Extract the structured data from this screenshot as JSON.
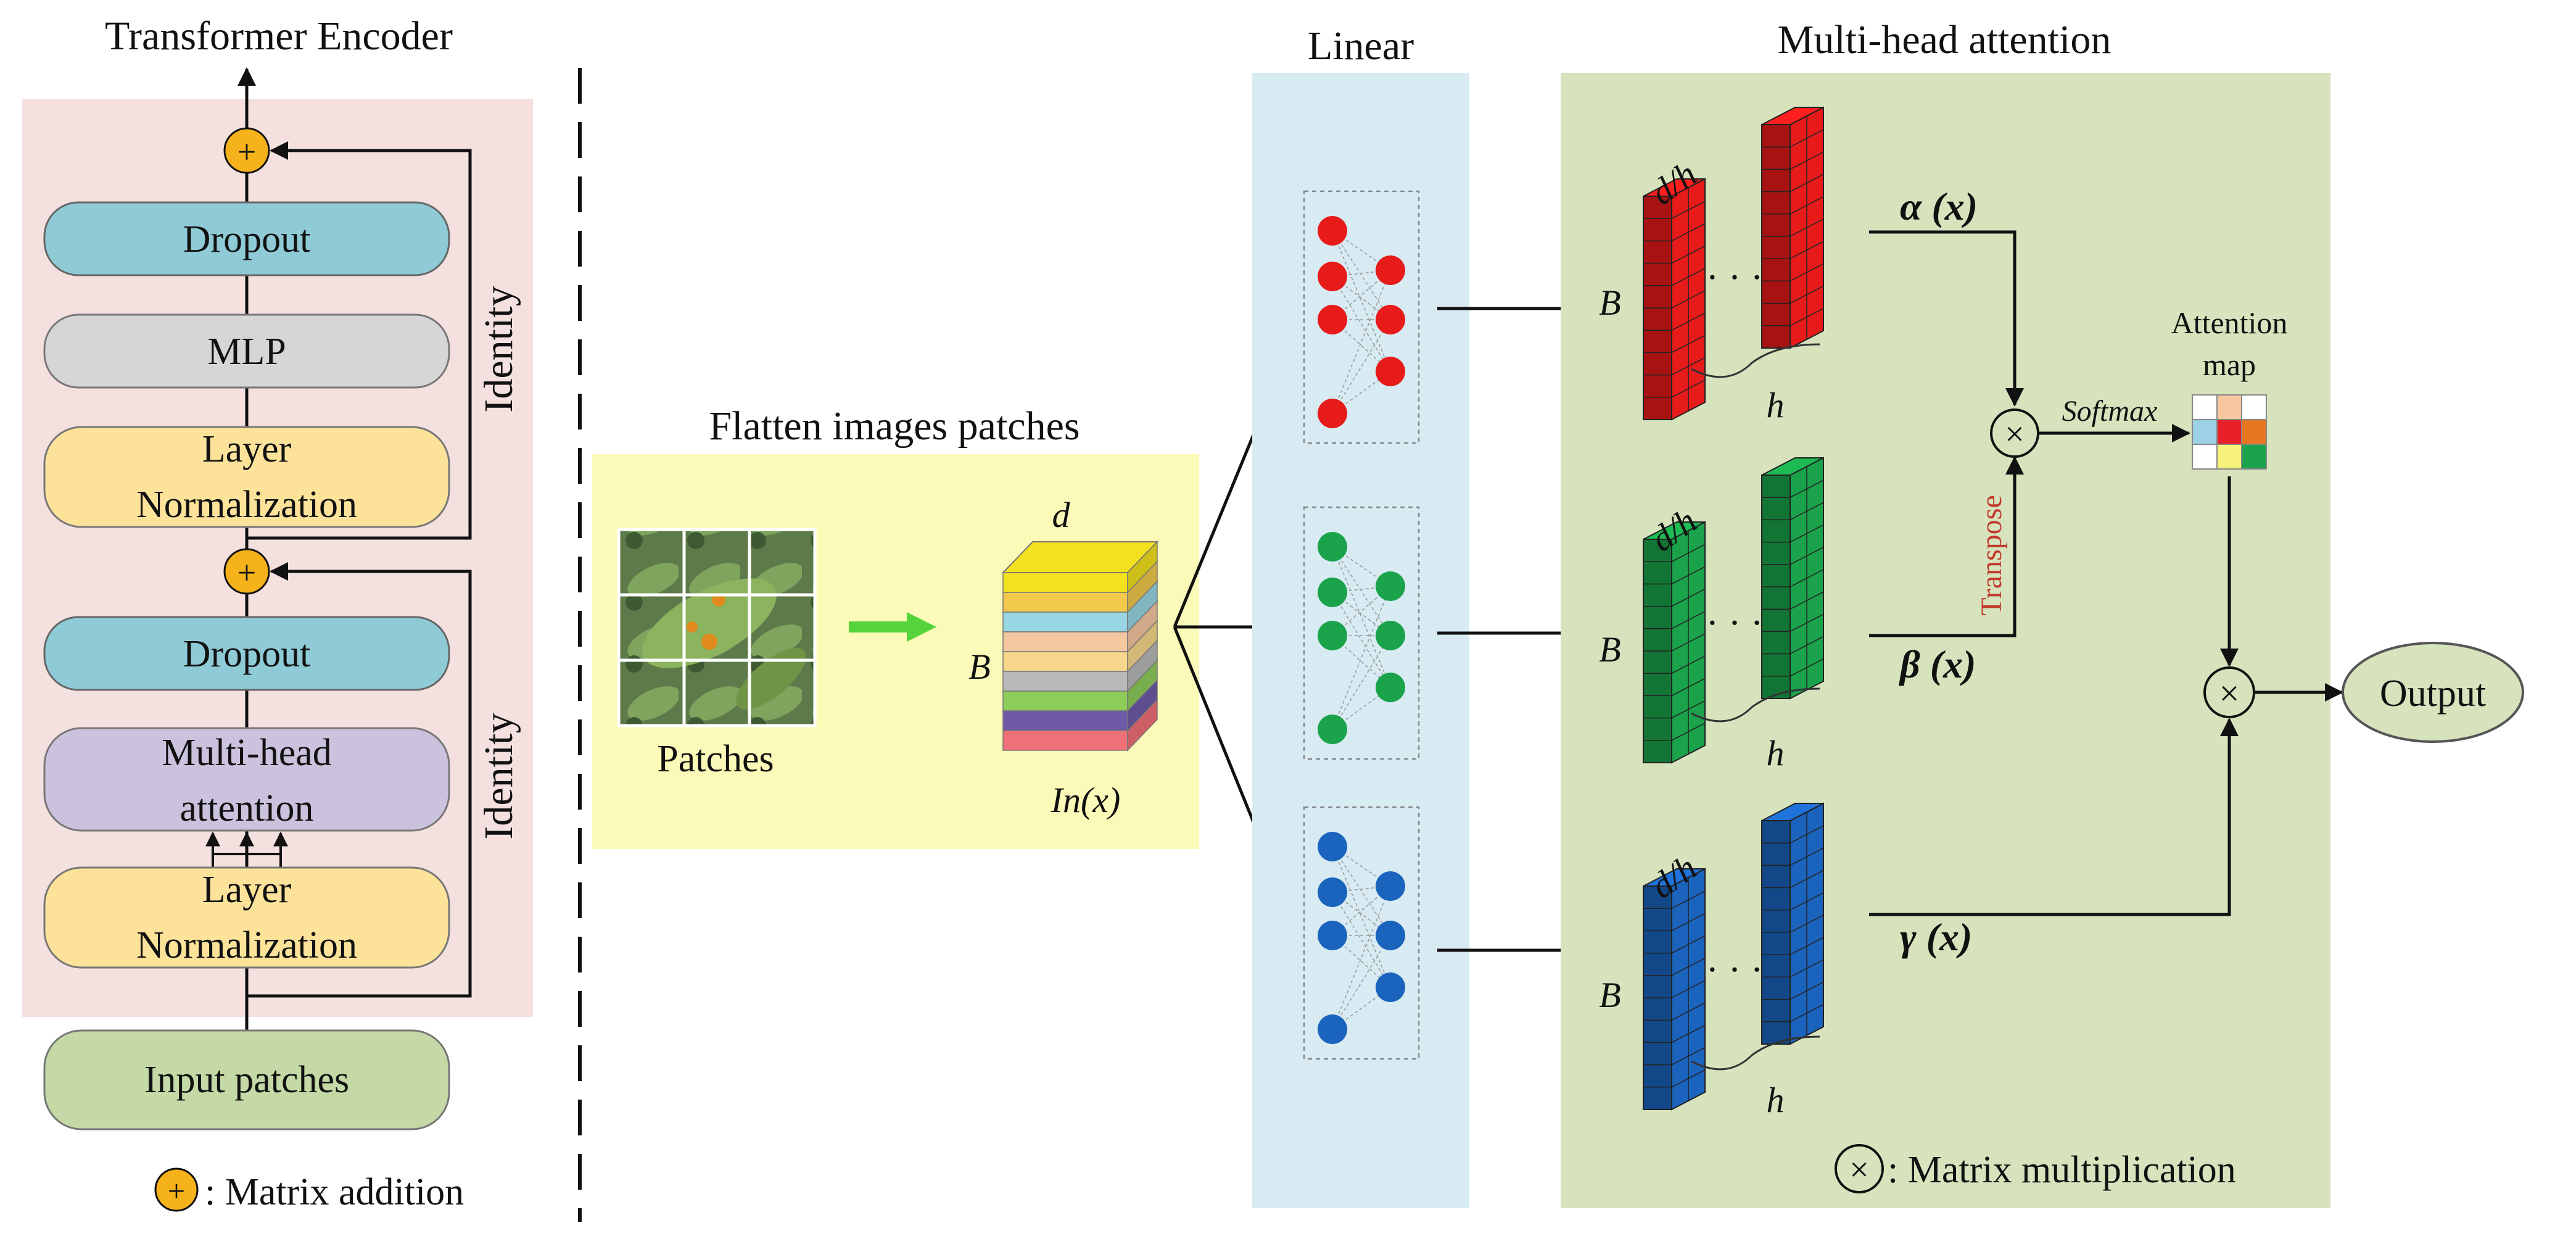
{
  "encoder": {
    "title": "Transformer Encoder",
    "dropout_top": "Dropout",
    "mlp": "MLP",
    "layer_norm_top_line1": "Layer",
    "layer_norm_top_line2": "Normalization",
    "dropout_bottom": "Dropout",
    "mha_line1": "Multi-head",
    "mha_line2": "attention",
    "layer_norm_bottom_line1": "Layer",
    "layer_norm_bottom_line2": "Normalization",
    "input_patches": "Input patches",
    "identity_top": "Identity",
    "identity_bottom": "Identity",
    "plus_symbol": "+",
    "legend_addition": ": Matrix addition"
  },
  "flatten": {
    "title": "Flatten images patches",
    "patches_label": "Patches",
    "d_label": "d",
    "b_label": "B",
    "in_label": "In(x)",
    "band_colors": [
      "#f4e11d",
      "#f2c94c",
      "#98d6e3",
      "#f4c7a0",
      "#f7d78b",
      "#b9b9b9",
      "#8ecc5a",
      "#6f5aa8",
      "#f07078"
    ]
  },
  "linear": {
    "title": "Linear",
    "node_colors": [
      "#e81b1b",
      "#1aa34a",
      "#1b64bd"
    ]
  },
  "attention": {
    "title": "Multi-head attention",
    "dh_label": "d/h",
    "b_label": "B",
    "h_label": "h",
    "ellipsis": "· · ·",
    "alpha": "α (x)",
    "beta": "β (x)",
    "gamma": "γ (x)",
    "transpose": "Transpose",
    "softmax": "Softmax",
    "attention_map_line1": "Attention",
    "attention_map_line2": "map",
    "times_symbol": "×",
    "output": "Output",
    "legend_mult": ": Matrix multiplication",
    "map_colors": [
      "#ffffff",
      "#f6c7a0",
      "#ffffff",
      "#9dd2e6",
      "#e8202a",
      "#e87722",
      "#ffffff",
      "#f7f27a",
      "#1aa34a"
    ],
    "head_colors": [
      "#e81b1b",
      "#1aa34a",
      "#1b64bd"
    ]
  }
}
